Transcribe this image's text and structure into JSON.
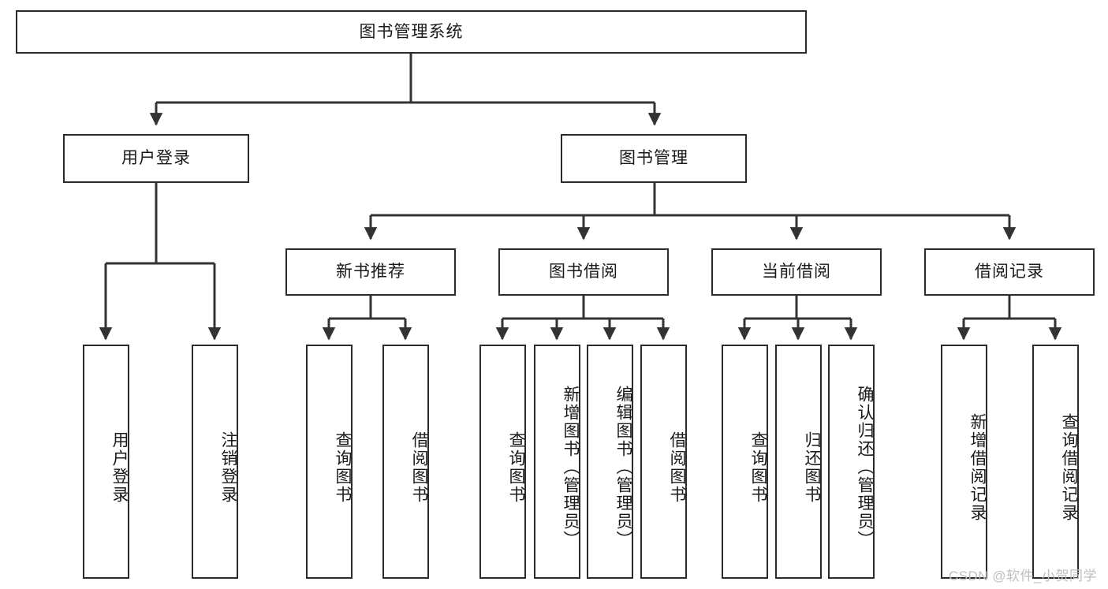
{
  "diagram": {
    "title": "图书管理系统",
    "type": "tree-hierarchy-chart",
    "root": {
      "id": "root",
      "label": "图书管理系统"
    },
    "level2": [
      {
        "id": "user-login",
        "label": "用户登录"
      },
      {
        "id": "book-manage",
        "label": "图书管理"
      }
    ],
    "level3": [
      {
        "id": "new-book-rec",
        "label": "新书推荐",
        "parent": "book-manage"
      },
      {
        "id": "book-borrow",
        "label": "图书借阅",
        "parent": "book-manage"
      },
      {
        "id": "current-borrow",
        "label": "当前借阅",
        "parent": "book-manage"
      },
      {
        "id": "borrow-record",
        "label": "借阅记录",
        "parent": "book-manage"
      }
    ],
    "leaves": [
      {
        "id": "leaf-user-login",
        "label": "用户登录",
        "parent": "user-login"
      },
      {
        "id": "leaf-logout",
        "label": "注销登录",
        "parent": "user-login"
      },
      {
        "id": "leaf-query-book-1",
        "label": "查询图书",
        "parent": "new-book-rec"
      },
      {
        "id": "leaf-borrow-book-1",
        "label": "借阅图书",
        "parent": "new-book-rec"
      },
      {
        "id": "leaf-query-book-2",
        "label": "查询图书",
        "parent": "book-borrow"
      },
      {
        "id": "leaf-add-book",
        "label": "新增图书（管理员）",
        "parent": "book-borrow"
      },
      {
        "id": "leaf-edit-book",
        "label": "编辑图书（管理员）",
        "parent": "book-borrow"
      },
      {
        "id": "leaf-borrow-book-2",
        "label": "借阅图书",
        "parent": "book-borrow"
      },
      {
        "id": "leaf-query-book-3",
        "label": "查询图书",
        "parent": "current-borrow"
      },
      {
        "id": "leaf-return-book",
        "label": "归还图书",
        "parent": "current-borrow"
      },
      {
        "id": "leaf-confirm-return",
        "label": "确认归还（管理员）",
        "parent": "current-borrow"
      },
      {
        "id": "leaf-add-record",
        "label": "新增借阅记录",
        "parent": "borrow-record"
      },
      {
        "id": "leaf-query-record",
        "label": "查询借阅记录",
        "parent": "borrow-record"
      }
    ],
    "watermark": "CSDN @软件_小贺同学",
    "colors": {
      "border": "#2b2b2b",
      "background": "#ffffff",
      "text": "#1a1a1a",
      "edge": "#333333",
      "watermark": "#bfbfbf"
    }
  }
}
